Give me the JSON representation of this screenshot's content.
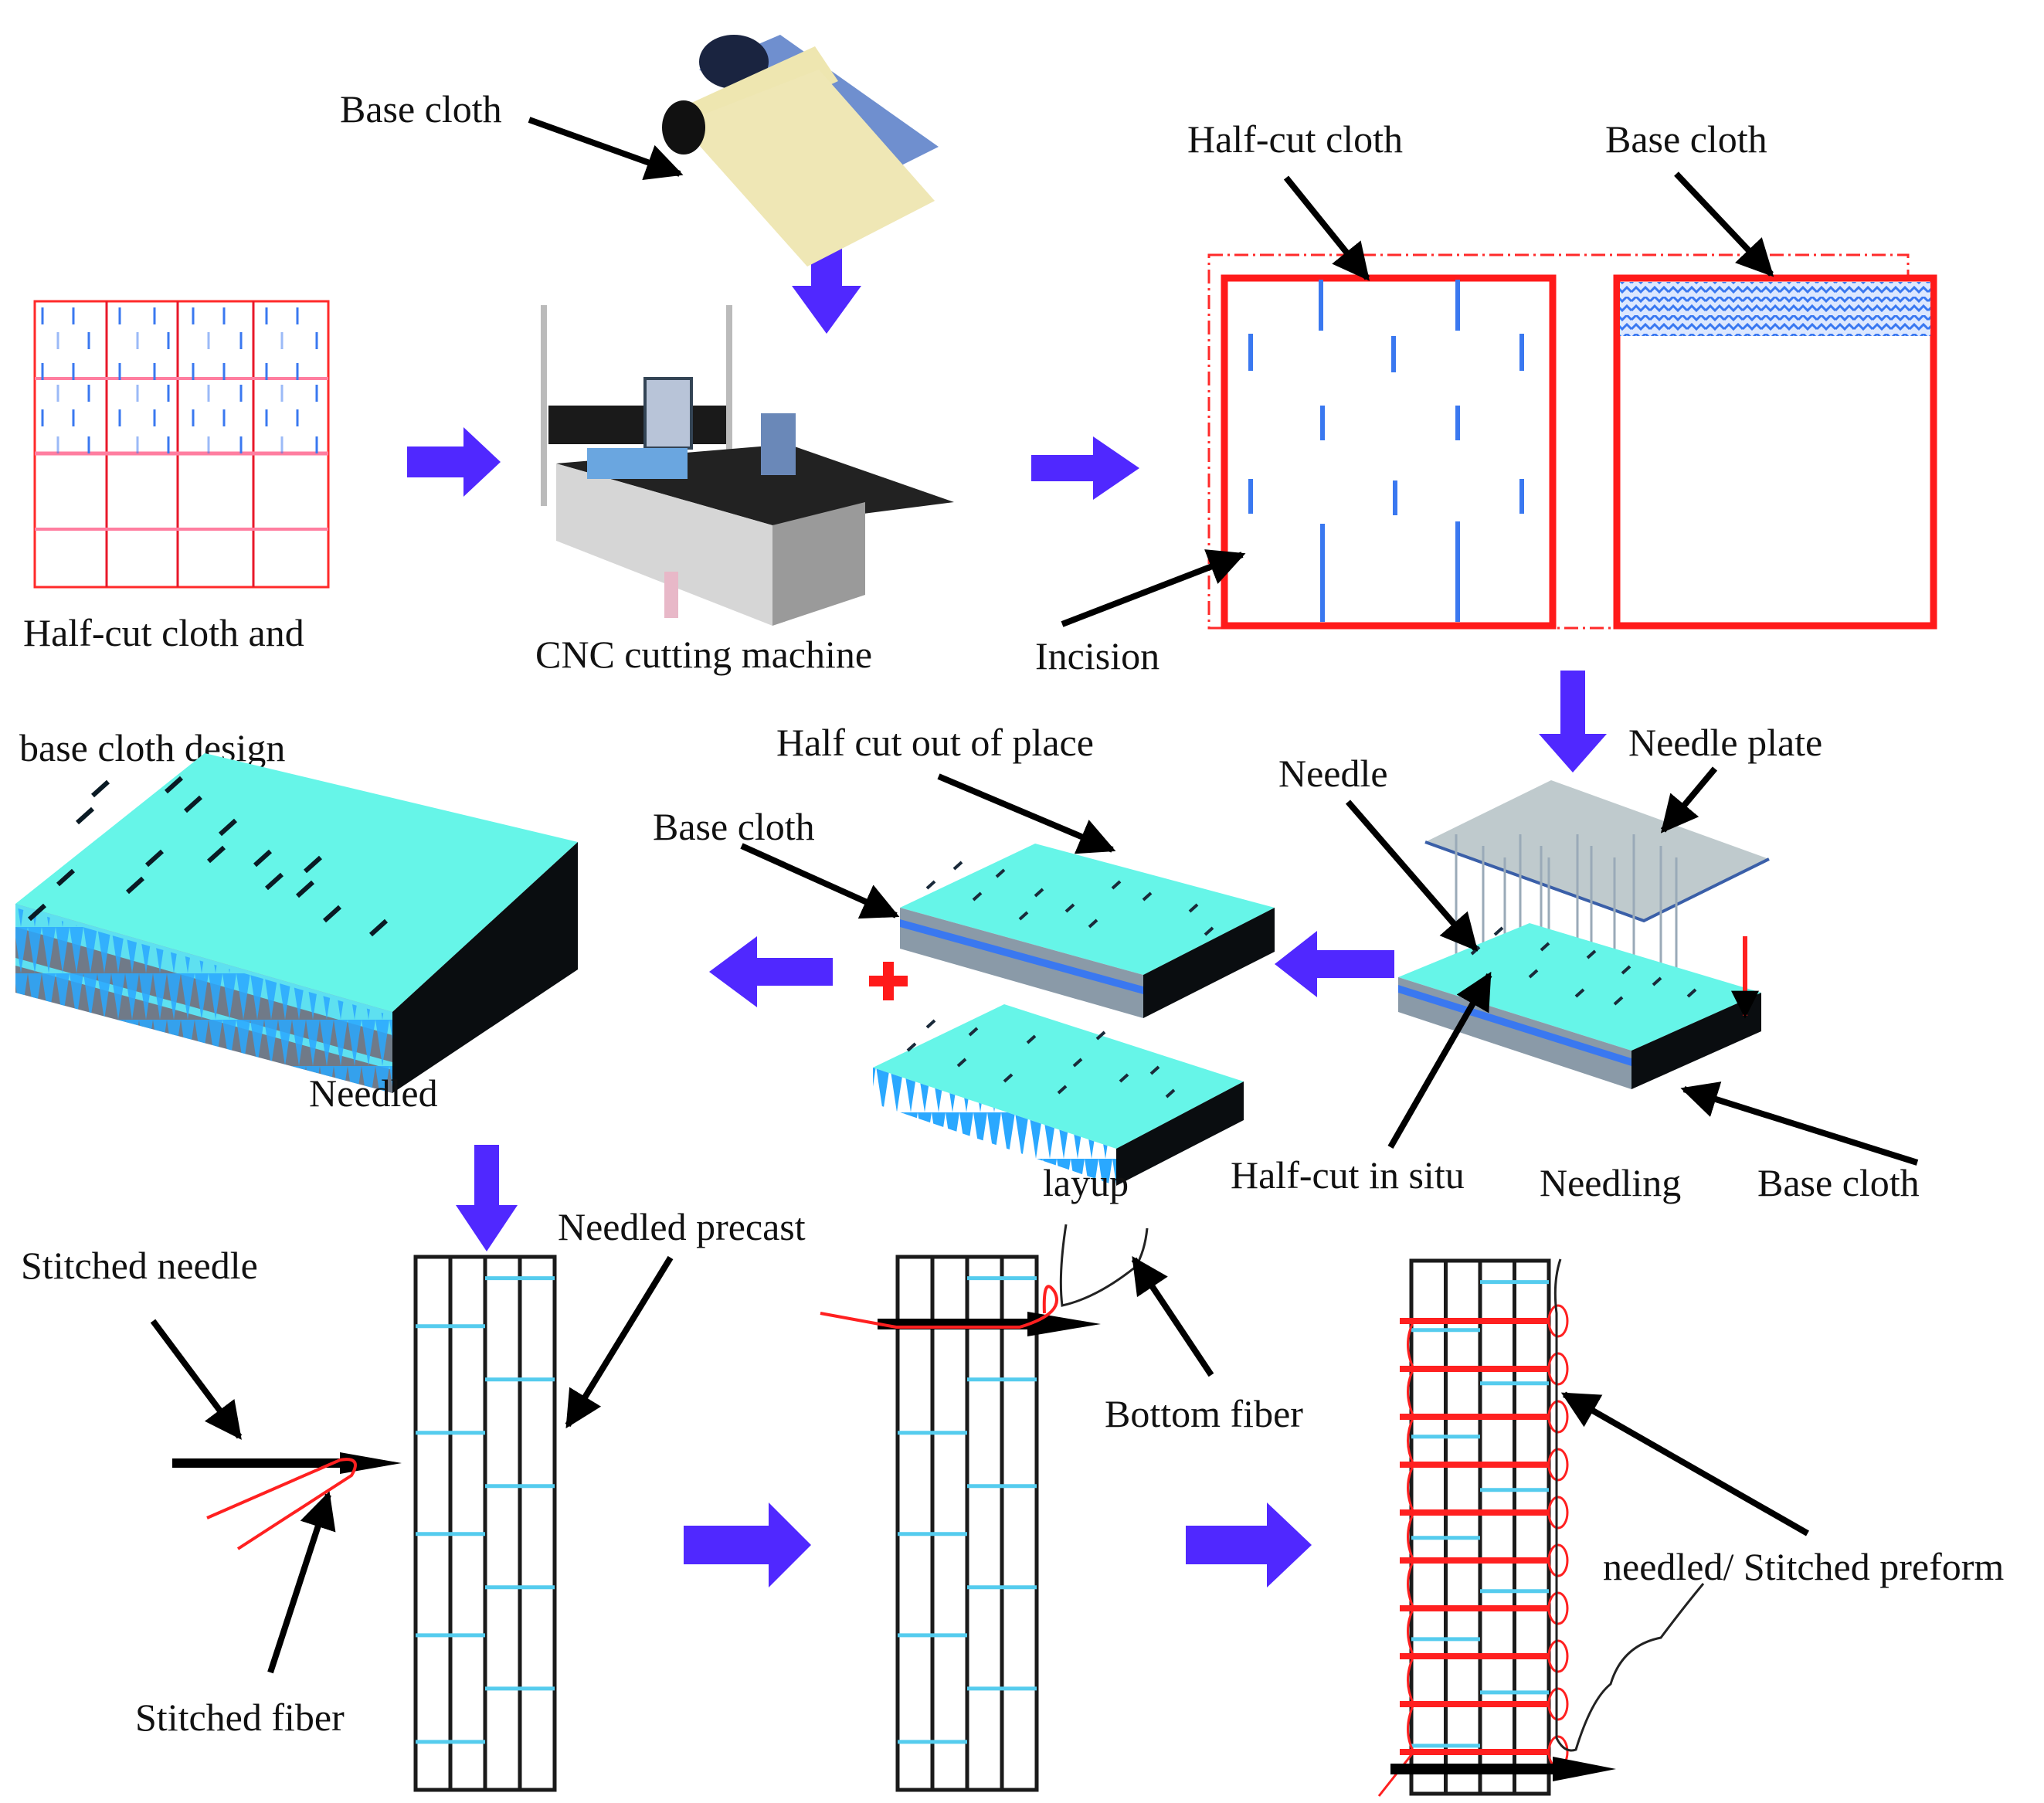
{
  "figure": {
    "title": "Needled/stitched preform fabrication process",
    "colors": {
      "flow_arrow": "#5028ff",
      "half_cut_frame": "#ff1a1a",
      "incision": "#3a78f0",
      "cloth_top": "#66f5e8",
      "cloth_side": "#0a0d10",
      "stitch_fiber": "#ff2020",
      "needled_fiber": "#55ccee",
      "pointer": "#000000"
    }
  },
  "labels": {
    "base_cloth_roll": "Base cloth",
    "half_cut_design_line1": "Half-cut cloth and",
    "half_cut_design_line2": "base cloth design",
    "cnc_machine": "CNC cutting machine",
    "half_cut_cloth": "Half-cut cloth",
    "base_cloth_panel": "Base cloth",
    "incision": "Incision",
    "needle_plate": "Needle plate",
    "needle": "Needle",
    "half_cut_in_situ": "Half-cut in situ",
    "needling": "Needling",
    "base_cloth_needling": "Base cloth",
    "half_cut_out_of_place": "Half cut out of place",
    "base_cloth_layup": "Base cloth",
    "layup": "layup",
    "needled": "Needled",
    "needled_precast": "Needled precast",
    "stitched_needle": "Stitched needle",
    "stitched_fiber": "Stitched fiber",
    "bottom_fiber": "Bottom fiber",
    "needled_stitched_preform": "needled/ Stitched preform"
  },
  "steps": [
    {
      "id": "design",
      "label": "Half-cut cloth and base cloth design"
    },
    {
      "id": "cnc",
      "label": "CNC cutting machine"
    },
    {
      "id": "cut-cloths",
      "label": "Half-cut cloth / Base cloth"
    },
    {
      "id": "needling",
      "label": "Needling"
    },
    {
      "id": "layup",
      "label": "layup"
    },
    {
      "id": "needled",
      "label": "Needled"
    },
    {
      "id": "precast",
      "label": "Needled precast"
    },
    {
      "id": "stitching",
      "label": "Bottom fiber"
    },
    {
      "id": "preform",
      "label": "needled/ Stitched preform"
    }
  ]
}
